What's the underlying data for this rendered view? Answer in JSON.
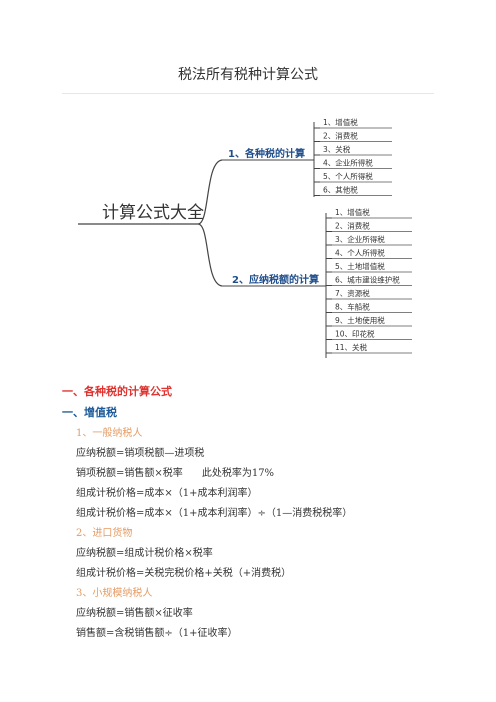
{
  "title": "税法所有税种计算公式",
  "mindmap": {
    "root": "计算公式大全",
    "branch_a": {
      "label": "1、各种税的计算",
      "items": [
        "1、增值税",
        "2、消费税",
        "3、关税",
        "4、企业所得税",
        "5、个人所得税",
        "6、其他税"
      ]
    },
    "branch_b": {
      "label": "2、应纳税额的计算",
      "items": [
        "1、增值税",
        "2、消费税",
        "3、企业所得税",
        "4、个人所得税",
        "5、土地增值税",
        "6、城市建设维护税",
        "7、资源税",
        "8、车船税",
        "9、土地使用税",
        "10、印花税",
        "11、关税"
      ]
    }
  },
  "content": {
    "h1": "一、各种税的计算公式",
    "h2": "一、增值税",
    "s1": "1、一般纳税人",
    "s1_l1": "应纳税额=销项税额—进项税",
    "s1_l2": "销项税额=销售额×税率      此处税率为17%",
    "s1_l3": "组成计税价格=成本×（1+成本利润率）",
    "s1_l4": "组成计税价格=成本×（1+成本利润率）÷（1—消费税税率）",
    "s2": "2、进口货物",
    "s2_l1": "应纳税额=组成计税价格×税率",
    "s2_l2": "组成计税价格=关税完税价格+关税（+消费税）",
    "s3": "3、小规模纳税人",
    "s3_l1": "应纳税额=销售额×征收率",
    "s3_l2": "销售额=含税销售额÷（1+征收率）"
  }
}
